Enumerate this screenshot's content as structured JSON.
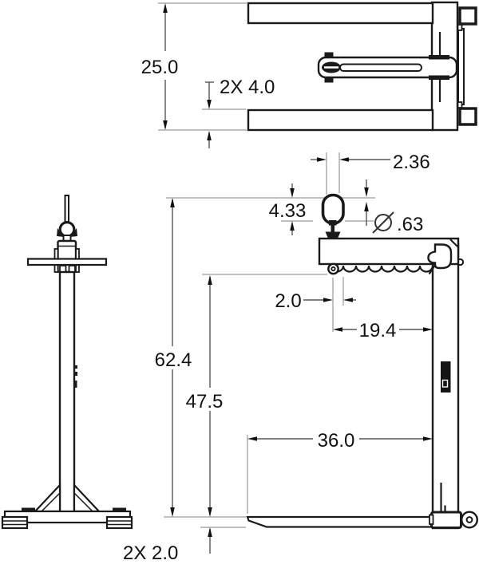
{
  "dims": {
    "top_height": "25.0",
    "fork_bar_width": "2X 4.0",
    "eye_width": "2.36",
    "eye_height": "4.33",
    "rod_diameter": ".63",
    "roller_offset": "2.0",
    "frame_depth": "19.4",
    "overall_height": "62.4",
    "clearance_height": "47.5",
    "fork_length": "36.0",
    "fork_thickness": "2X 2.0"
  },
  "colors": {
    "geometry_line": "#1a1a1a",
    "dimension_line": "#555555",
    "extension_line": "#9a9a9a",
    "text": "#111111",
    "background": "#ffffff"
  }
}
